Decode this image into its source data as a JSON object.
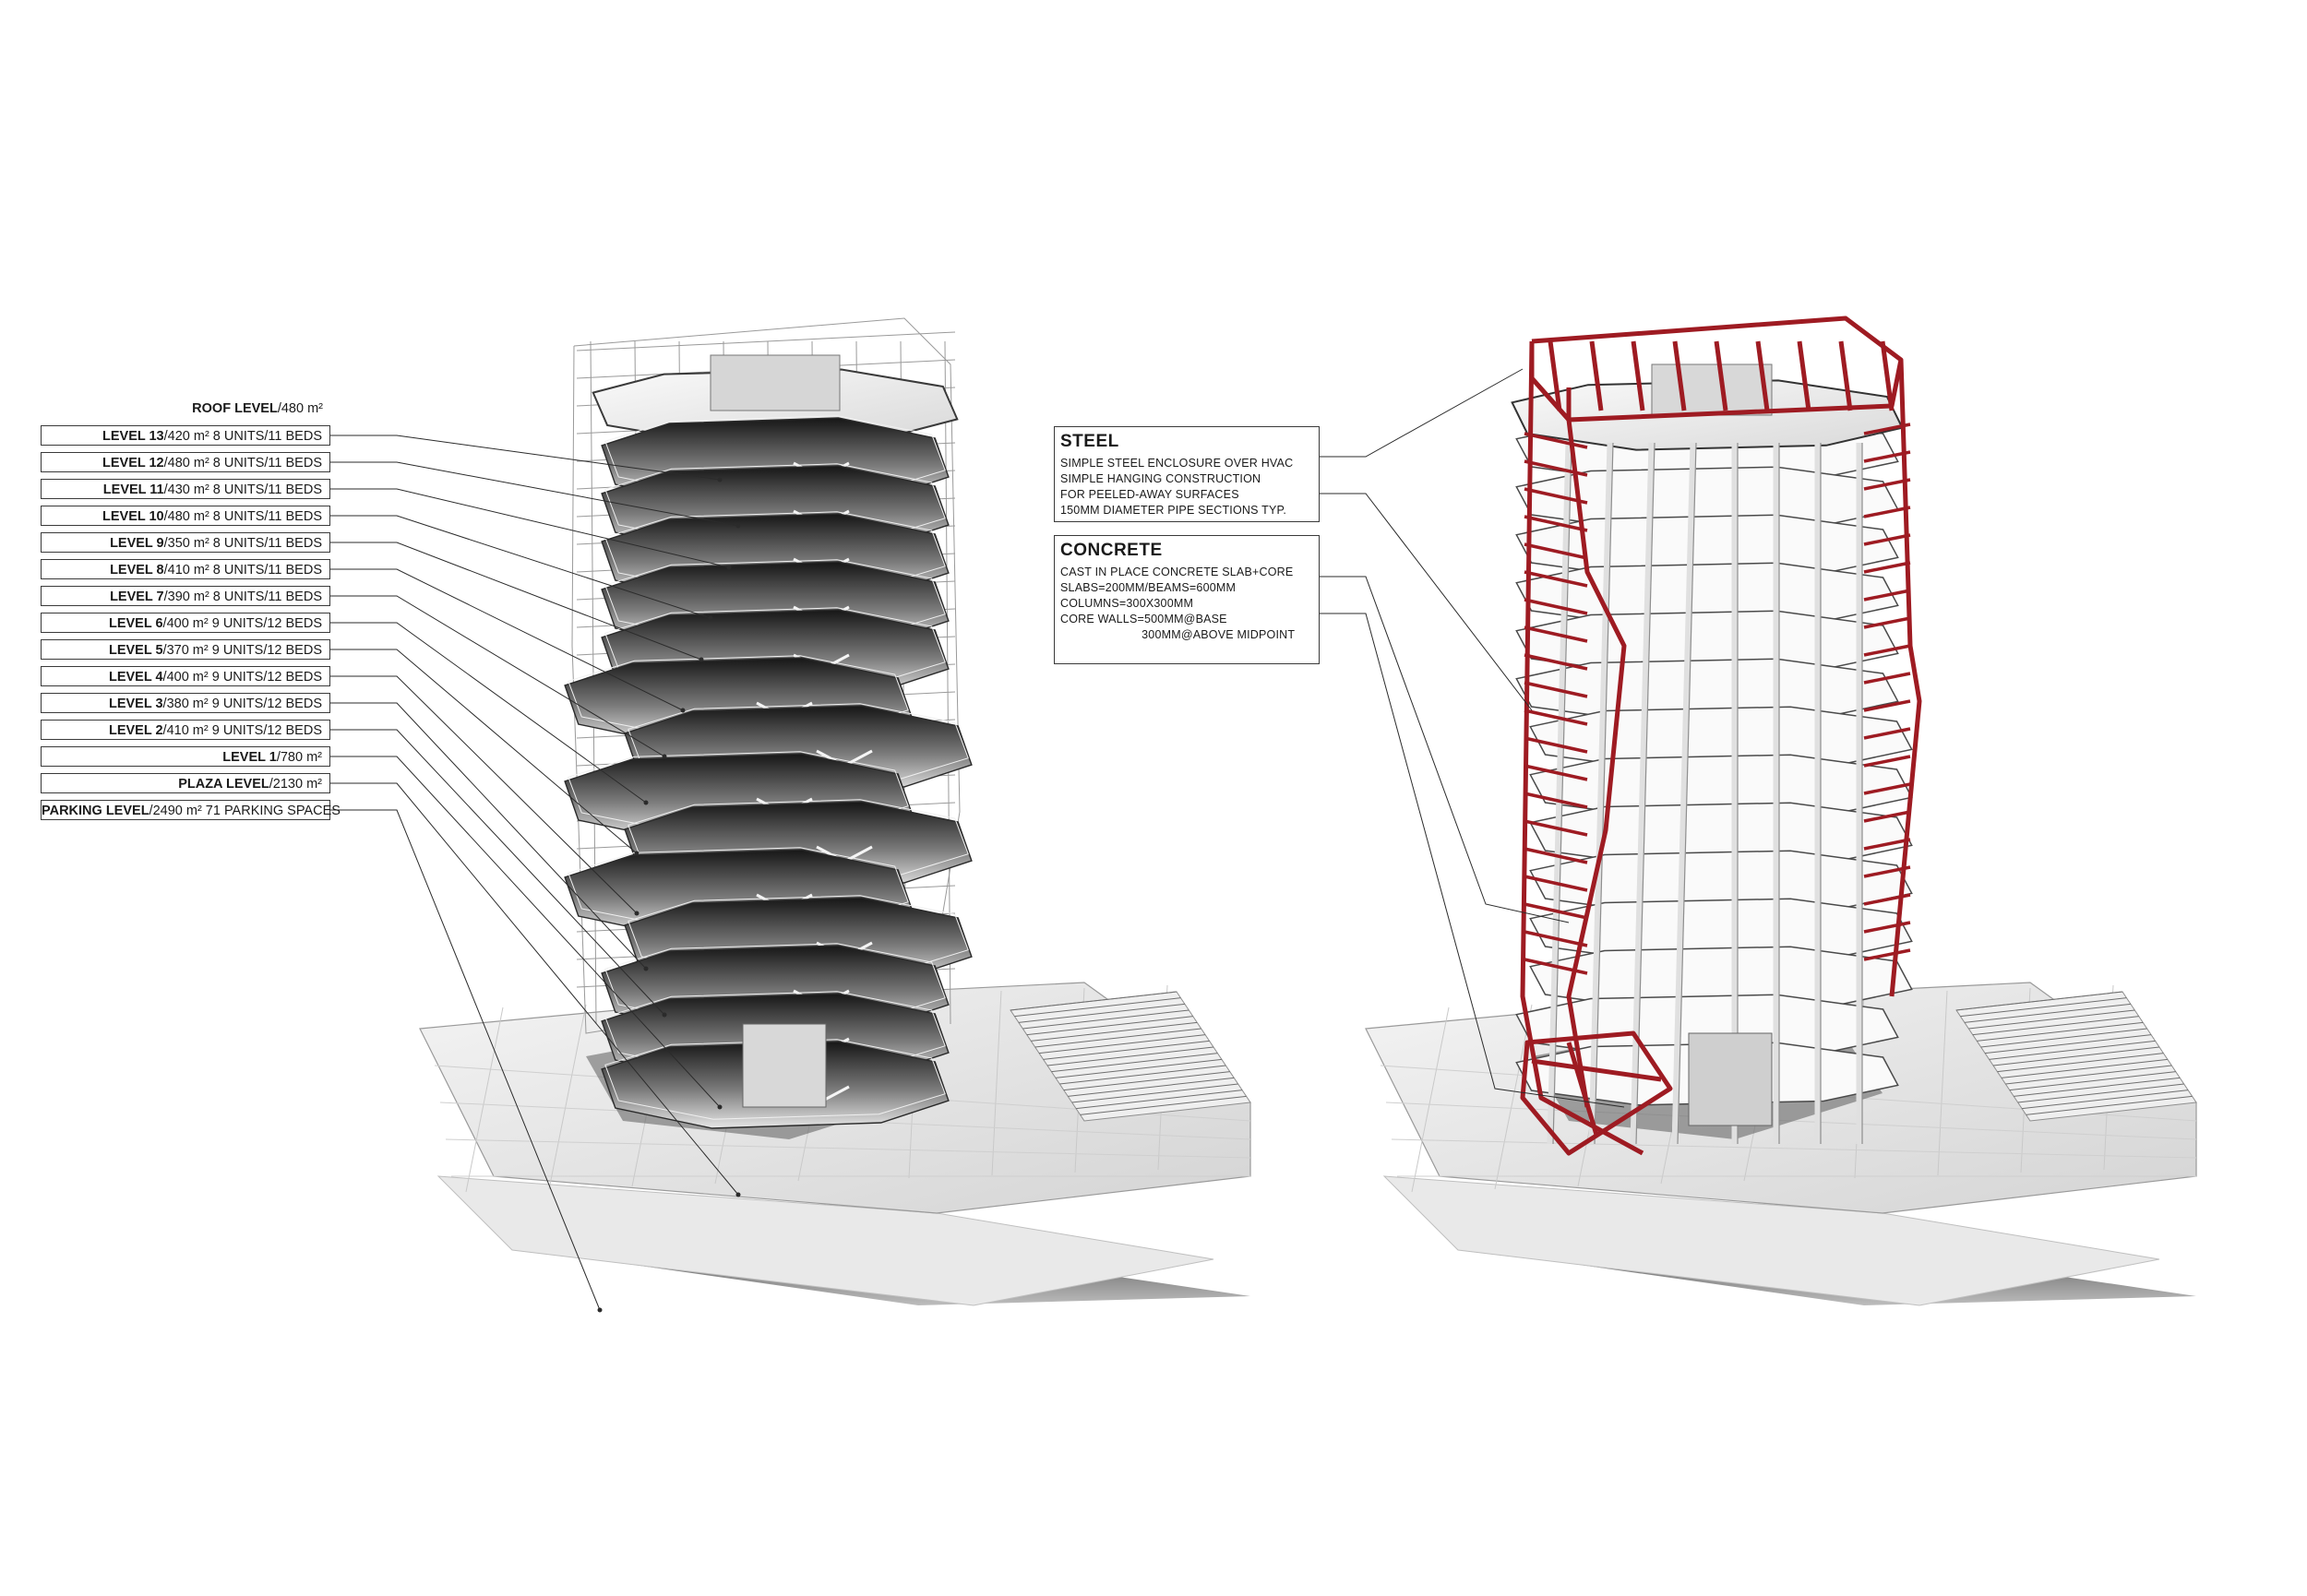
{
  "left_labels": [
    {
      "id": "roof",
      "bold": "ROOF LEVEL",
      "rest": "/480 m²"
    },
    {
      "id": "l13",
      "bold": "LEVEL 13",
      "rest": "/420 m²  8 UNITS/11 BEDS"
    },
    {
      "id": "l12",
      "bold": "LEVEL 12",
      "rest": "/480 m²  8 UNITS/11 BEDS"
    },
    {
      "id": "l11",
      "bold": "LEVEL 11",
      "rest": "/430 m²  8 UNITS/11 BEDS"
    },
    {
      "id": "l10",
      "bold": "LEVEL 10",
      "rest": "/480 m²  8 UNITS/11 BEDS"
    },
    {
      "id": "l9",
      "bold": "LEVEL 9",
      "rest": "/350 m²  8 UNITS/11 BEDS"
    },
    {
      "id": "l8",
      "bold": "LEVEL 8",
      "rest": "/410 m²  8 UNITS/11 BEDS"
    },
    {
      "id": "l7",
      "bold": "LEVEL 7",
      "rest": "/390 m²  8 UNITS/11 BEDS"
    },
    {
      "id": "l6",
      "bold": "LEVEL 6",
      "rest": "/400 m²  9 UNITS/12 BEDS"
    },
    {
      "id": "l5",
      "bold": "LEVEL 5",
      "rest": "/370 m²  9 UNITS/12 BEDS"
    },
    {
      "id": "l4",
      "bold": "LEVEL 4",
      "rest": "/400 m²  9 UNITS/12 BEDS"
    },
    {
      "id": "l3",
      "bold": "LEVEL 3",
      "rest": "/380 m²  9 UNITS/12 BEDS"
    },
    {
      "id": "l2",
      "bold": "LEVEL 2",
      "rest": "/410 m²  9 UNITS/12 BEDS"
    },
    {
      "id": "l1",
      "bold": "LEVEL 1",
      "rest": "/780 m²"
    },
    {
      "id": "plaza",
      "bold": "PLAZA LEVEL",
      "rest": "/2130 m²"
    },
    {
      "id": "parking",
      "bold": "PARKING LEVEL",
      "rest": "/2490 m²  71 PARKING SPACES"
    }
  ],
  "steel_note": {
    "title": "STEEL",
    "lines": [
      "SIMPLE STEEL ENCLOSURE OVER HVAC",
      "SIMPLE HANGING CONSTRUCTION",
      "FOR PEELED-AWAY SURFACES",
      "150MM DIAMETER PIPE SECTIONS TYP."
    ]
  },
  "concrete_note": {
    "title": "CONCRETE",
    "lines": [
      "CAST IN PLACE CONCRETE SLAB+CORE",
      "SLABS=200MM/BEAMS=600MM",
      "COLUMNS=300X300MM",
      "CORE WALLS=500MM@BASE",
      "                        300MM@ABOVE MIDPOINT"
    ]
  },
  "colors": {
    "steel": "#9e1b22",
    "concrete_light": "#f2f2f2",
    "concrete_dark": "#2a2a2a",
    "leader": "#2b2b2b"
  }
}
